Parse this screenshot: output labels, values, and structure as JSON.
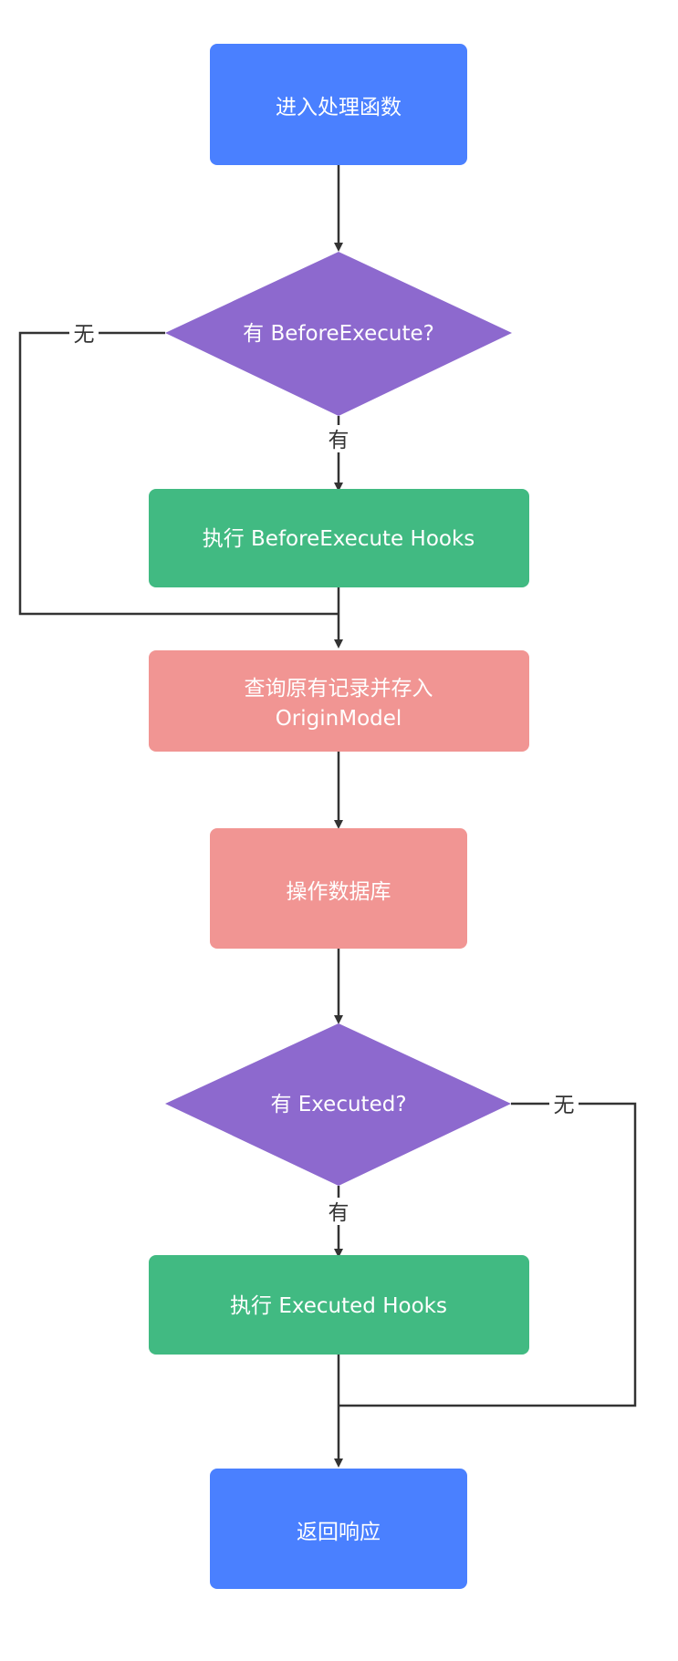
{
  "colors": {
    "terminal": "#4A80FF",
    "decision": "#8D69CE",
    "action": "#41BA82",
    "process": "#F19593",
    "edge": "#333333",
    "text": "#FFFFFF"
  },
  "nodes": {
    "enter": {
      "label": "进入处理函数"
    },
    "decision_before": {
      "label": "有 BeforeExecute?"
    },
    "exec_before": {
      "label": "执行 BeforeExecute Hooks"
    },
    "query_line1": {
      "label": "查询原有记录并存入"
    },
    "query_line2": {
      "label": "OriginModel"
    },
    "operate_db": {
      "label": "操作数据库"
    },
    "decision_executed": {
      "label": "有 Executed?"
    },
    "exec_executed": {
      "label": "执行 Executed Hooks"
    },
    "respond": {
      "label": "返回响应"
    }
  },
  "edge_labels": {
    "before_no": "无",
    "before_yes": "有",
    "executed_no": "无",
    "executed_yes": "有"
  }
}
